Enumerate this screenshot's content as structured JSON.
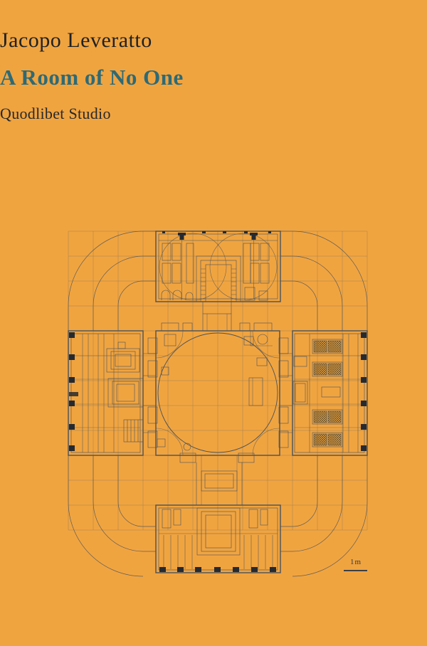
{
  "cover": {
    "author": "Jacopo Leveratto",
    "title": "A Room of No One",
    "publisher": "Quodlibet Studio",
    "scale_label": "1m",
    "illustration": "cruciform-floor-plan-drawing",
    "colors": {
      "background": "#F0A440",
      "title_accent": "#2D6A76",
      "author_text": "#1E2124",
      "publisher_text": "#26282B",
      "plan_line": "#49525A",
      "plan_grid": "#6F6B58",
      "plan_dark": "#262A2F"
    }
  }
}
